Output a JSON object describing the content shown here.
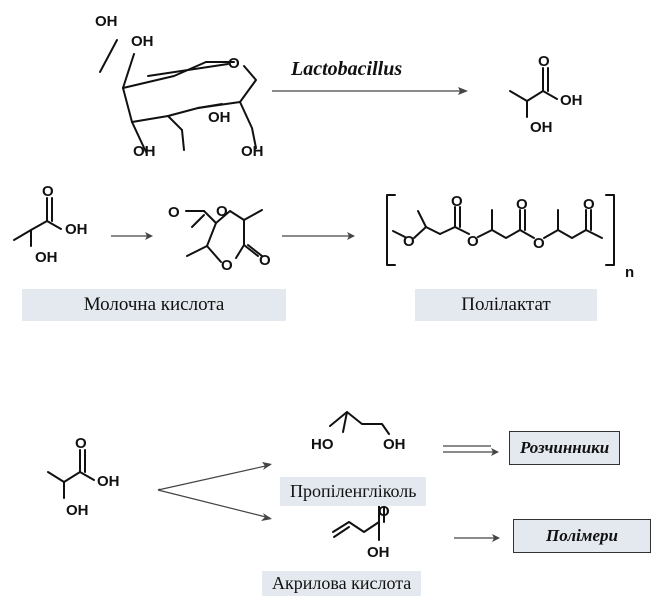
{
  "reaction1": {
    "organism": "Lactobacillus",
    "substituent_oh": "OH"
  },
  "reaction2": {
    "lactic_acid_label": "Молочна кислота",
    "polylactate_label": "Полілактат",
    "subscript_n": "n"
  },
  "reaction3": {
    "propylene_glycol_label": "Пропіленгліколь",
    "acrylic_acid_label": "Акрилова кислота",
    "solvents_label": "Розчинники",
    "polymers_label": "Полімери"
  },
  "atoms": {
    "oh": "OH",
    "ho": "HO",
    "o": "O"
  }
}
